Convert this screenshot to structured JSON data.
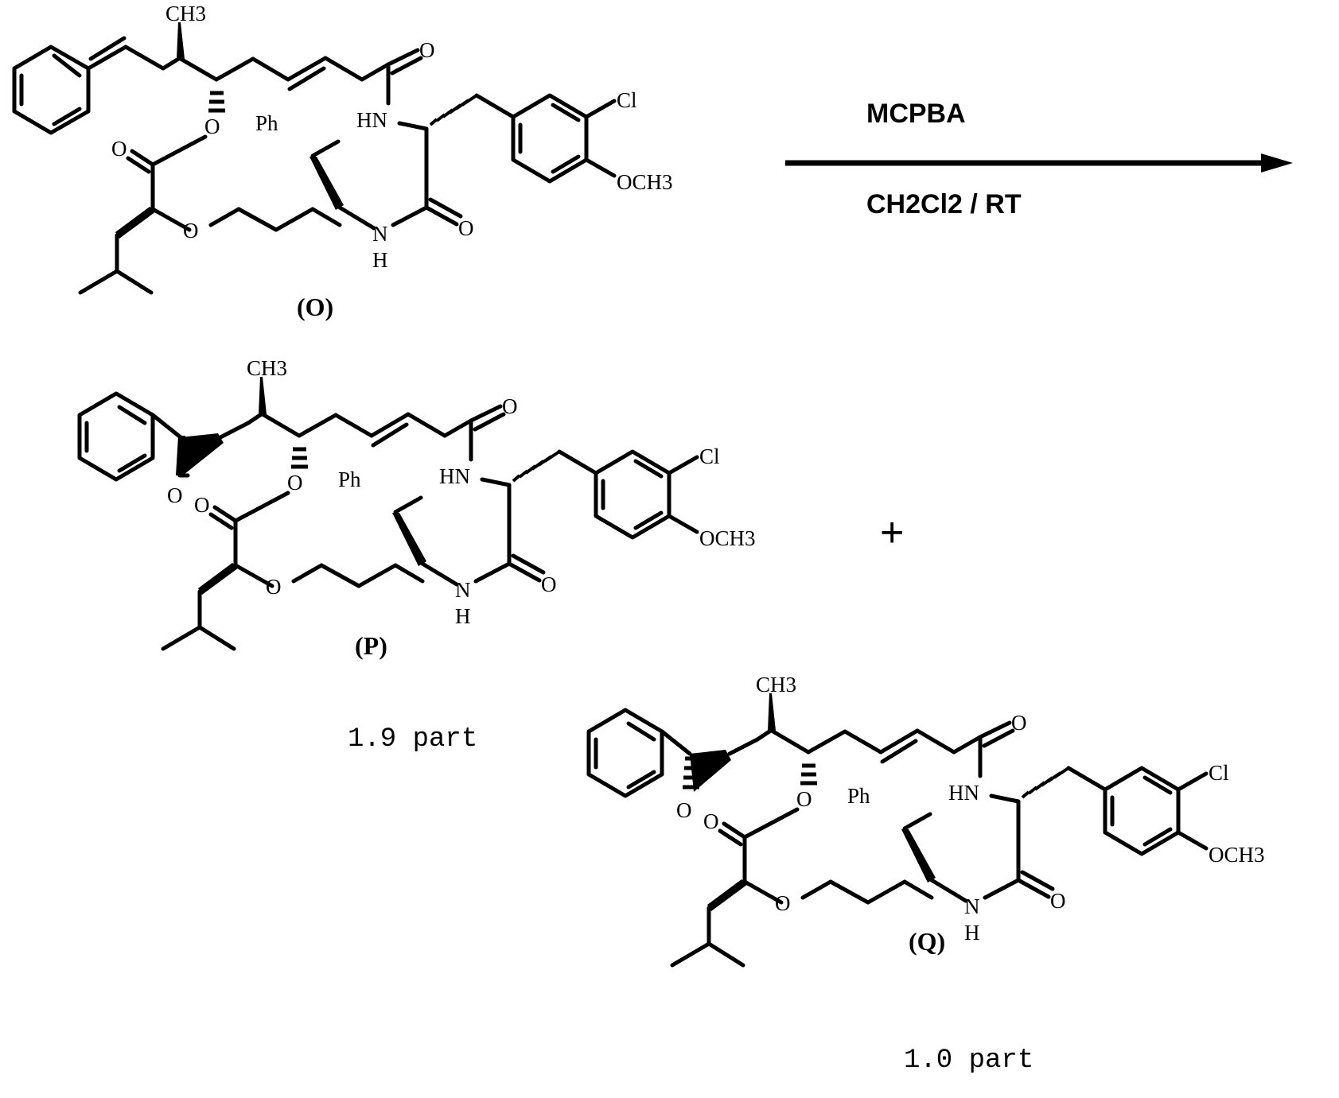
{
  "scheme": {
    "type": "chemical-reaction-scheme",
    "reaction_arrow": {
      "reagent_above": "MCPBA",
      "conditions_below": "CH2Cl2 / RT",
      "direction": "right"
    },
    "plus_sign": "+",
    "reactant": {
      "label": "(O)",
      "atom_labels": {
        "methyl": "CH3",
        "ester_oxygen": "O",
        "carbonyl_oxygen_1": "O",
        "carbonyl_oxygen_2": "O",
        "carbonyl_oxygen_3": "O",
        "ring_oxygen": "O",
        "phenyl_abbrev": "Ph",
        "amide_hn": "HN",
        "amide_n": "N",
        "amide_h": "H",
        "chloro": "Cl",
        "methoxy": "OCH3"
      }
    },
    "products": [
      {
        "label": "(P)",
        "amount": "1.9 part",
        "atom_labels": {
          "methyl": "CH3",
          "epoxide_oxygen": "O",
          "ester_oxygen": "O",
          "carbonyl_oxygen_1": "O",
          "carbonyl_oxygen_2": "O",
          "carbonyl_oxygen_3": "O",
          "ring_oxygen": "O",
          "phenyl_abbrev": "Ph",
          "amide_hn": "HN",
          "amide_n": "N",
          "amide_h": "H",
          "chloro": "Cl",
          "methoxy": "OCH3"
        }
      },
      {
        "label": "(Q)",
        "amount": "1.0 part",
        "atom_labels": {
          "methyl": "CH3",
          "epoxide_oxygen": "O",
          "ester_oxygen": "O",
          "carbonyl_oxygen_1": "O",
          "carbonyl_oxygen_2": "O",
          "carbonyl_oxygen_3": "O",
          "ring_oxygen": "O",
          "phenyl_abbrev": "Ph",
          "amide_hn": "HN",
          "amide_n": "N",
          "amide_h": "H",
          "chloro": "Cl",
          "methoxy": "OCH3"
        }
      }
    ],
    "colors": {
      "ink": "#000000",
      "background": "#ffffff"
    }
  }
}
